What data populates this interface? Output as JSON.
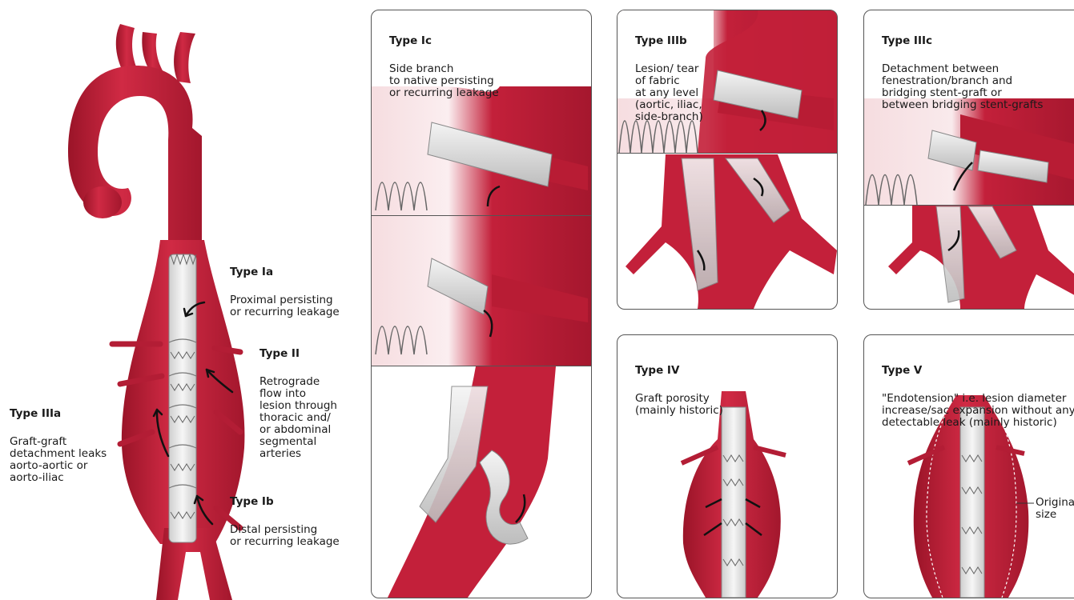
{
  "colors": {
    "vessel": "#c3203a",
    "vessel_dark": "#8e1327",
    "graft": "#e6e6e6",
    "stent_marker": "#3cb8c8",
    "border": "#555555"
  },
  "main": {
    "type_ia": {
      "title": "Type Ia",
      "desc": "Proximal persisting\nor recurring leakage"
    },
    "type_ii": {
      "title": "Type II",
      "desc": "Retrograde\nflow into\nlesion through\nthoracic and/\nor abdominal\nsegmental\narteries"
    },
    "type_iiia": {
      "title": "Type IIIa",
      "desc": "Graft-graft\ndetachment leaks\naorto-aortic or\naorto-iliac"
    },
    "type_ib": {
      "title": "Type Ib",
      "desc": "Distal persisting\nor recurring leakage"
    }
  },
  "panels": {
    "type_ic": {
      "title": "Type Ic",
      "desc": "Side branch\nto native persisting\nor recurring leakage"
    },
    "type_iiib": {
      "title": "Type IIIb",
      "desc": "Lesion/ tear\nof fabric\nat any level\n(aortic, iliac,\nside-branch)"
    },
    "type_iiic": {
      "title": "Type IIIc",
      "desc": "Detachment between\nfenestration/branch and\nbridging stent-graft or\nbetween bridging stent-grafts"
    },
    "type_iv": {
      "title": "Type IV",
      "desc": "Graft porosity\n(mainly historic)"
    },
    "type_v": {
      "title": "Type V",
      "desc": "\"Endotension\" i.e. lesion diameter\nincrease/sac expansion without any\ndetectable leak (mainly historic)",
      "size_label": "Original\nsize"
    }
  }
}
